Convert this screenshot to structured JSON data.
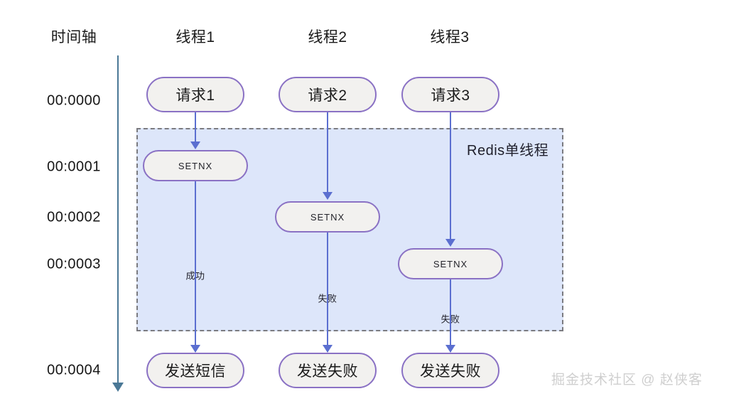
{
  "diagram": {
    "timeline": {
      "axis_label": "时间轴",
      "ticks": [
        {
          "label": "00:0000"
        },
        {
          "label": "00:0001"
        },
        {
          "label": "00:0002"
        },
        {
          "label": "00:0003"
        },
        {
          "label": "00:0004"
        }
      ]
    },
    "columns": [
      {
        "header": "线程1"
      },
      {
        "header": "线程2"
      },
      {
        "header": "线程3"
      }
    ],
    "region": {
      "label": "Redis单线程",
      "fill_color": "#dde6fa",
      "border_color": "#7b7b80"
    },
    "nodes": {
      "request1": "请求1",
      "request2": "请求2",
      "request3": "请求3",
      "setnx1": "SETNX",
      "setnx2": "SETNX",
      "setnx3": "SETNX",
      "result1": "发送短信",
      "result2": "发送失败",
      "result3": "发送失败"
    },
    "edge_labels": {
      "thread1": "成功",
      "thread2": "失败",
      "thread3": "失败"
    },
    "colors": {
      "node_border": "#8a71c4",
      "node_fill": "#f2f1ef",
      "arrow": "#5b6fd0",
      "axis": "#4a7896"
    },
    "watermark": "掘金技术社区 @ 赵侠客"
  }
}
